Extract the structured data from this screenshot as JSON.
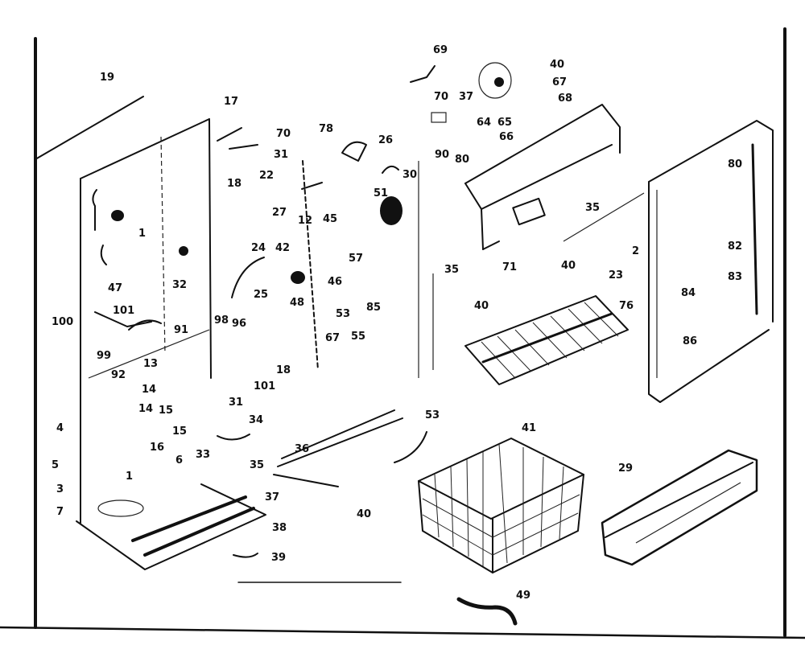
{
  "diagram": {
    "labels": [
      "19",
      "17",
      "70",
      "31",
      "78",
      "26",
      "69",
      "40",
      "67",
      "70",
      "37",
      "68",
      "64",
      "65",
      "66",
      "90",
      "80",
      "30",
      "51",
      "18",
      "22",
      "27",
      "12",
      "45",
      "35",
      "2",
      "71",
      "40",
      "23",
      "35",
      "40",
      "76",
      "80",
      "82",
      "83",
      "84",
      "86",
      "1",
      "47",
      "32",
      "24",
      "42",
      "46",
      "57",
      "25",
      "48",
      "53",
      "85",
      "100",
      "101",
      "91",
      "99",
      "98",
      "96",
      "92",
      "13",
      "18",
      "14",
      "31",
      "15",
      "34",
      "101",
      "67",
      "55",
      "33",
      "16",
      "35",
      "36",
      "37",
      "40",
      "38",
      "39",
      "53",
      "41",
      "29",
      "49",
      "4",
      "5",
      "6",
      "3",
      "7",
      "1",
      "14",
      "15"
    ]
  }
}
